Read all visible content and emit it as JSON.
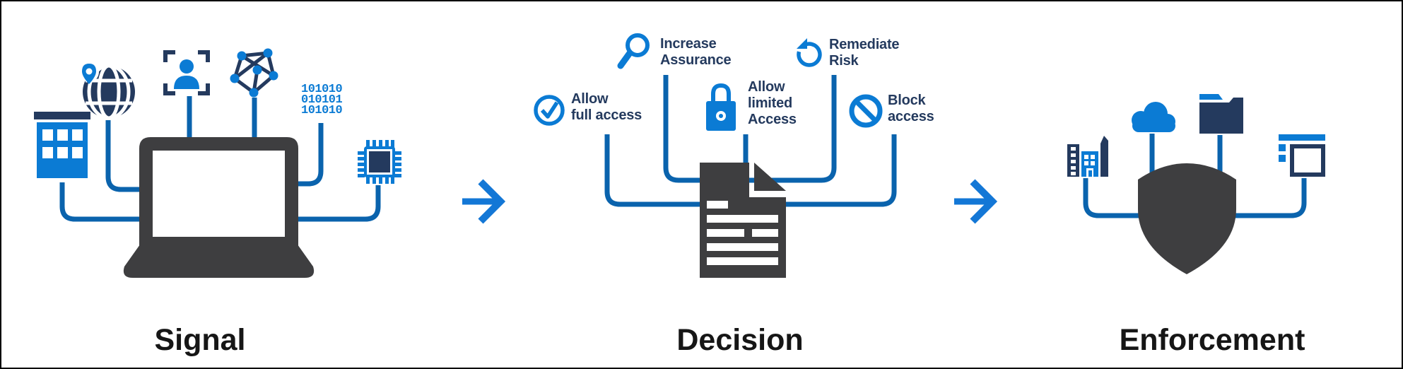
{
  "colors": {
    "connector_blue": "#0a63ad",
    "arrow_blue": "#1377d6",
    "icon_blue": "#0b7bd4",
    "navy": "#243a5e",
    "charcoal": "#3e3e40",
    "title_black": "#161616",
    "background": "#ffffff"
  },
  "signal": {
    "title": "Signal",
    "binary_code": {
      "line1": "101010",
      "line2": "010101",
      "line3": "101010"
    },
    "icons": [
      "location-globe",
      "identity-scan",
      "network-graph",
      "binary-code",
      "data-table",
      "processor-chip",
      "laptop"
    ]
  },
  "decision": {
    "title": "Decision",
    "center_icon": "policy-document",
    "outcomes": {
      "allow_full_access": {
        "icon": "checkmark-circle",
        "line1": "Allow",
        "line2": "full access"
      },
      "increase_assurance": {
        "icon": "magnifier",
        "line1": "Increase",
        "line2": "Assurance"
      },
      "allow_limited_access": {
        "icon": "padlock",
        "line1": "Allow",
        "line2": "limited",
        "line3": "Access"
      },
      "remediate_risk": {
        "icon": "refresh-arrow",
        "line1": "Remediate",
        "line2": "Risk"
      },
      "block_access": {
        "icon": "block-circle",
        "line1": "Block",
        "line2": "access"
      }
    }
  },
  "enforcement": {
    "title": "Enforcement",
    "center_icon": "security-shield",
    "icons": [
      "organization-building",
      "cloud",
      "folder",
      "app-window"
    ]
  }
}
